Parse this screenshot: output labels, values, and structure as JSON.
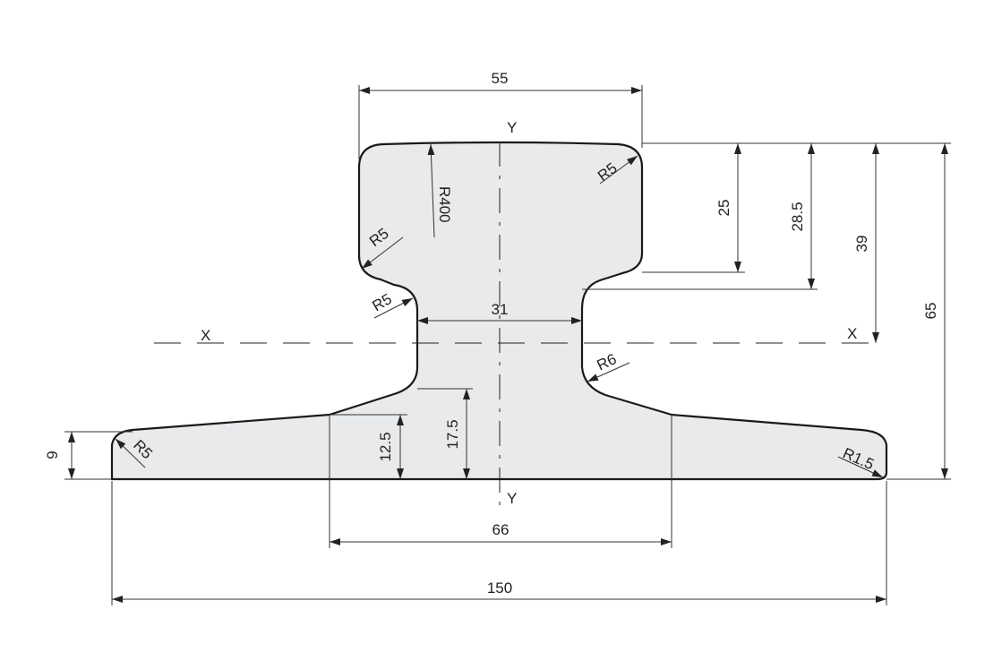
{
  "axes": {
    "y_top": "Y",
    "y_bottom": "Y",
    "x_left": "X",
    "x_right": "X"
  },
  "dimensions": {
    "head_width": "55",
    "web_width": "31",
    "base_center_width": "66",
    "overall_width": "150",
    "foot_thickness": "9",
    "foot_height": "12.5",
    "web_bottom_height": "17.5",
    "head_depth": "25",
    "head_underside": "28.5",
    "neutral_axis": "39",
    "overall_height": "65"
  },
  "radii": {
    "crown": "R400",
    "head_top_right": "R5",
    "head_bottom_left": "R5",
    "web_top_left": "R5",
    "web_bottom_right": "R6",
    "foot_left": "R5",
    "foot_right": "R1.5"
  },
  "colors": {
    "profile_fill": "#e8eaec",
    "outline": "#1a1a1a",
    "dim_line": "#333333"
  }
}
